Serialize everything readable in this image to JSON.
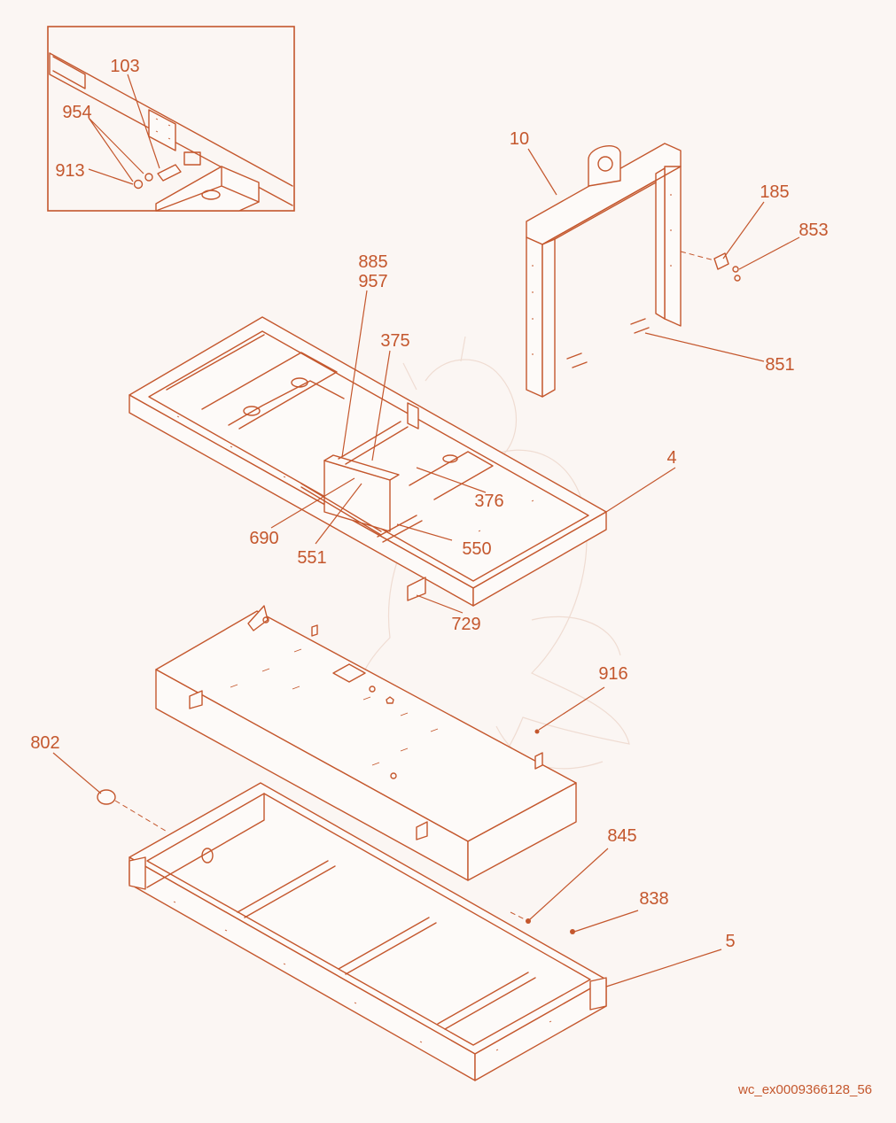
{
  "callouts": {
    "c103": "103",
    "c954": "954",
    "c913": "913",
    "c10": "10",
    "c185": "185",
    "c853": "853",
    "c851": "851",
    "c885": "885",
    "c957": "957",
    "c375": "375",
    "c376": "376",
    "c4": "4",
    "c690": "690",
    "c551": "551",
    "c550": "550",
    "c729": "729",
    "c916": "916",
    "c802": "802",
    "c845": "845",
    "c838": "838",
    "c5": "5"
  },
  "footer": {
    "figure_id": "wc_ex0009366128_56"
  },
  "colors": {
    "line": "#c4572d",
    "background": "#fbf6f3",
    "watermark": "#efdcd2"
  },
  "parts": [
    "inset-detail",
    "lifting-bail",
    "upper-frame",
    "cover-panel",
    "base-tray"
  ]
}
